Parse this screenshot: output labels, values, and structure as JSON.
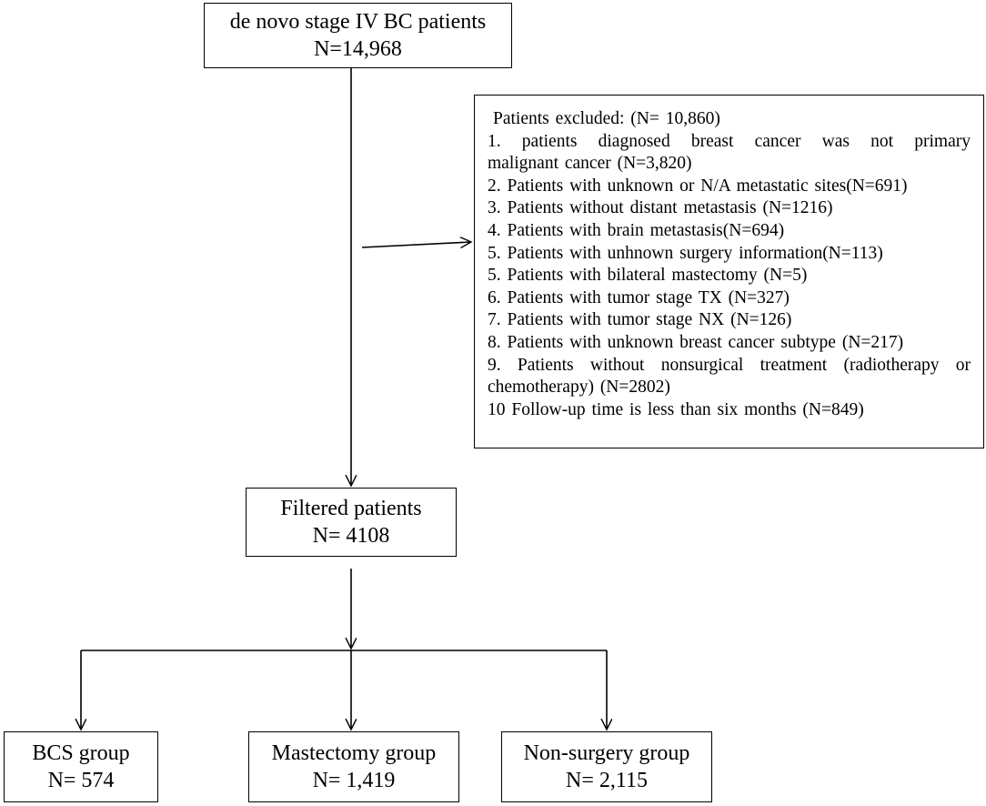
{
  "top_box": {
    "line1": "de novo stage IV BC patients",
    "line2": "N=14,968"
  },
  "excluded_box": {
    "header": "Patients excluded: (N= 10,860)",
    "lines": [
      "1. patients diagnosed breast cancer was not primary",
      "malignant cancer (N=3,820)",
      "2. Patients with unknown or N/A metastatic sites(N=691)",
      "3. Patients without distant metastasis (N=1216)",
      "4. Patients with brain metastasis(N=694)",
      "5. Patients with unhnown surgery information(N=113)",
      "5. Patients with bilateral mastectomy (N=5)",
      "6. Patients with tumor stage TX (N=327)",
      "7. Patients with tumor stage NX (N=126)",
      "8. Patients with unknown breast cancer subtype (N=217)",
      "9. Patients without nonsurgical treatment (radiotherapy or",
      "chemotherapy) (N=2802)",
      "10 Follow-up time is less than six months (N=849)"
    ]
  },
  "filtered_box": {
    "line1": "Filtered patients",
    "line2": "N= 4108"
  },
  "groups": {
    "bcs": {
      "line1": "BCS group",
      "line2": "N= 574"
    },
    "mastectomy": {
      "line1": "Mastectomy group",
      "line2": "N= 1,419"
    },
    "non_surgery": {
      "line1": "Non-surgery group",
      "line2": "N= 2,115"
    }
  }
}
